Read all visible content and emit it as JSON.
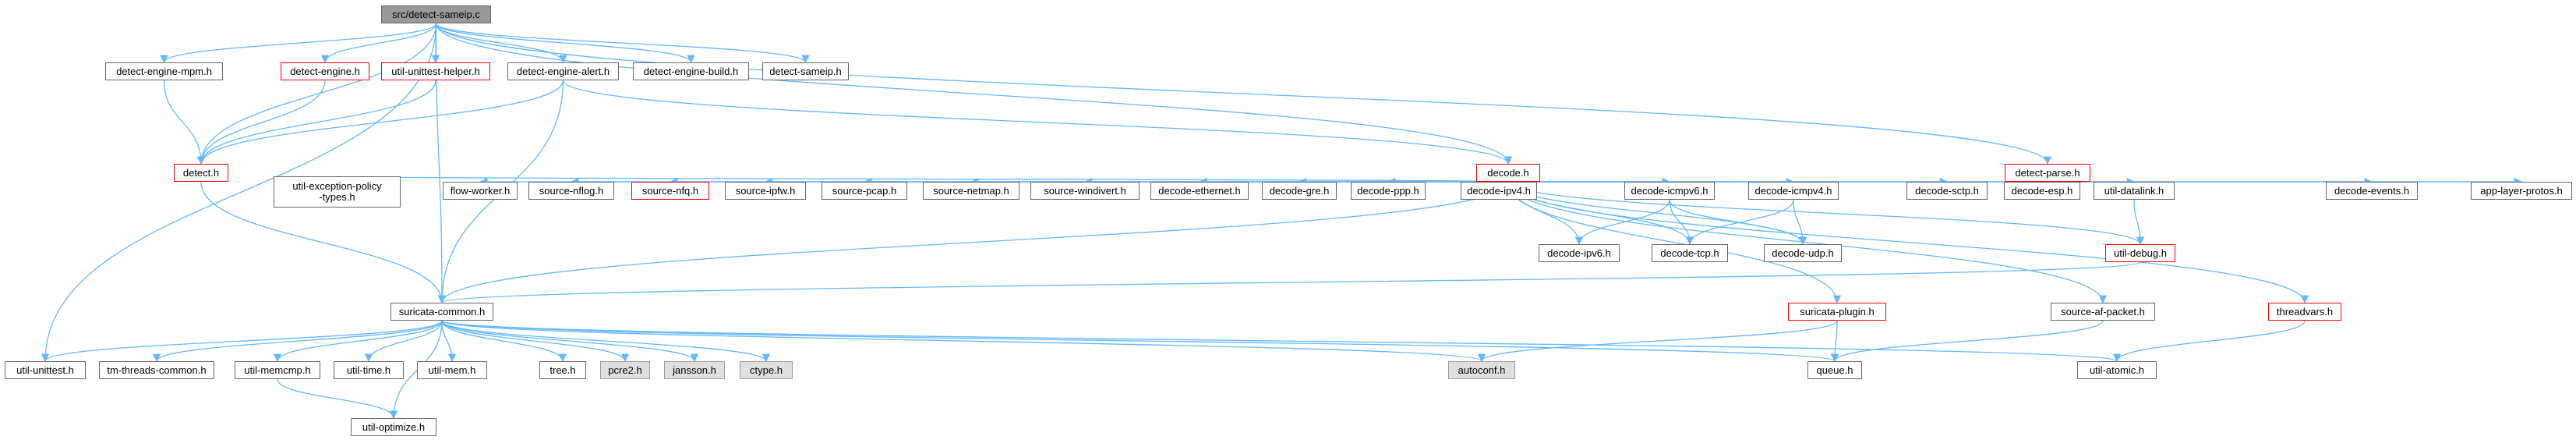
{
  "diagram": {
    "colors": {
      "edge": "#63b8ff",
      "node_border": "#666666",
      "undocumented_border": "#ff0000",
      "root_fill": "#999999",
      "external_fill": "#e0e0e0"
    },
    "nodes": {
      "root": "src/detect-sameip.c",
      "detect_engine_mpm": "detect-engine-mpm.h",
      "detect_engine": "detect-engine.h",
      "util_unittest_helper": "util-unittest-helper.h",
      "detect_engine_alert": "detect-engine-alert.h",
      "detect_engine_build": "detect-engine-build.h",
      "detect_sameip": "detect-sameip.h",
      "detect_parse": "detect-parse.h",
      "detect": "detect.h",
      "decode": "decode.h",
      "app_layer_protos": "app-layer-protos.h",
      "util_exception_policy_types": "util-exception-policy\n-types.h",
      "flow_worker": "flow-worker.h",
      "source_nflog": "source-nflog.h",
      "source_nfq": "source-nfq.h",
      "source_ipfw": "source-ipfw.h",
      "source_pcap": "source-pcap.h",
      "source_netmap": "source-netmap.h",
      "source_windivert": "source-windivert.h",
      "decode_ethernet": "decode-ethernet.h",
      "decode_gre": "decode-gre.h",
      "decode_ppp": "decode-ppp.h",
      "decode_ipv4": "decode-ipv4.h",
      "decode_icmpv6": "decode-icmpv6.h",
      "decode_icmpv4": "decode-icmpv4.h",
      "decode_sctp": "decode-sctp.h",
      "decode_esp": "decode-esp.h",
      "util_datalink": "util-datalink.h",
      "decode_events": "decode-events.h",
      "decode_ipv6": "decode-ipv6.h",
      "decode_tcp": "decode-tcp.h",
      "decode_udp": "decode-udp.h",
      "util_debug": "util-debug.h",
      "suricata_common": "suricata-common.h",
      "suricata_plugin": "suricata-plugin.h",
      "source_af_packet": "source-af-packet.h",
      "threadvars": "threadvars.h",
      "util_unittest": "util-unittest.h",
      "tm_threads_common": "tm-threads-common.h",
      "util_memcmp": "util-memcmp.h",
      "util_time": "util-time.h",
      "util_mem": "util-mem.h",
      "tree": "tree.h",
      "pcre2": "pcre2.h",
      "jansson": "jansson.h",
      "ctype": "ctype.h",
      "autoconf": "autoconf.h",
      "queue": "queue.h",
      "util_atomic": "util-atomic.h",
      "util_optimize": "util-optimize.h"
    }
  }
}
